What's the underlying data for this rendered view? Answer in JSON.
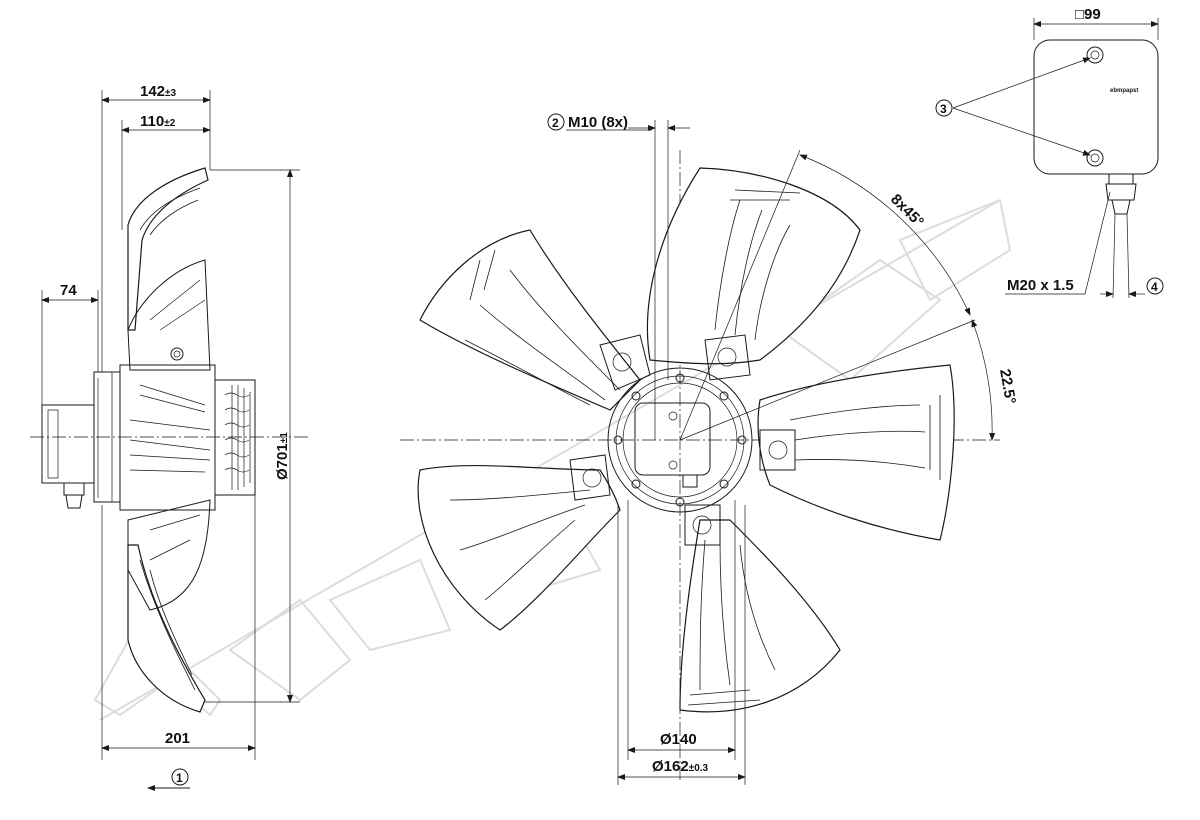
{
  "side_view": {
    "width_overall": "142",
    "width_overall_tol": "±3",
    "width_blade": "110",
    "width_blade_tol": "±2",
    "box_offset": "74",
    "diameter": "Ø701",
    "diameter_tol": "±1",
    "depth_total": "201",
    "airflow_callout": "1"
  },
  "front_view": {
    "thread_callout_number": "2",
    "thread_label": "M10 (8x)",
    "angle_holes": "8x45°",
    "angle_offset": "22.5°",
    "bolt_circle": "Ø140",
    "hub_diameter": "Ø162",
    "hub_diameter_tol": "±0.3"
  },
  "terminal_box": {
    "size_label": "□99",
    "screws_callout": "3",
    "gland_label": "M20 x 1.5",
    "gland_callout": "4",
    "brand_text": "ebmpapst"
  }
}
